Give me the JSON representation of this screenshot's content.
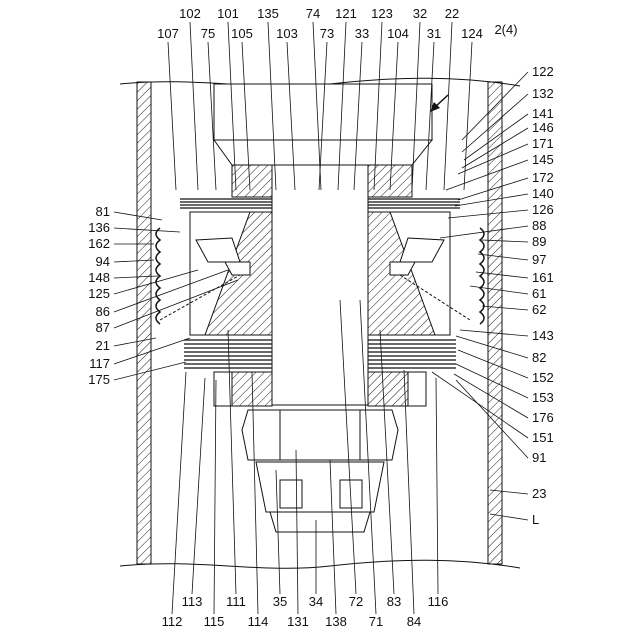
{
  "figure": {
    "corner_label": "2(4)",
    "labels": [
      {
        "id": "102",
        "text": "102"
      },
      {
        "id": "101",
        "text": "101"
      },
      {
        "id": "135",
        "text": "135"
      },
      {
        "id": "74",
        "text": "74"
      },
      {
        "id": "121",
        "text": "121"
      },
      {
        "id": "123",
        "text": "123"
      },
      {
        "id": "32",
        "text": "32"
      },
      {
        "id": "22",
        "text": "22"
      },
      {
        "id": "107",
        "text": "107"
      },
      {
        "id": "75",
        "text": "75"
      },
      {
        "id": "105",
        "text": "105"
      },
      {
        "id": "103",
        "text": "103"
      },
      {
        "id": "73",
        "text": "73"
      },
      {
        "id": "33",
        "text": "33"
      },
      {
        "id": "104",
        "text": "104"
      },
      {
        "id": "31",
        "text": "31"
      },
      {
        "id": "124",
        "text": "124"
      },
      {
        "id": "122",
        "text": "122"
      },
      {
        "id": "132",
        "text": "132"
      },
      {
        "id": "141",
        "text": "141"
      },
      {
        "id": "146",
        "text": "146"
      },
      {
        "id": "171",
        "text": "171"
      },
      {
        "id": "145",
        "text": "145"
      },
      {
        "id": "172",
        "text": "172"
      },
      {
        "id": "140",
        "text": "140"
      },
      {
        "id": "126",
        "text": "126"
      },
      {
        "id": "88",
        "text": "88"
      },
      {
        "id": "89",
        "text": "89"
      },
      {
        "id": "97",
        "text": "97"
      },
      {
        "id": "161",
        "text": "161"
      },
      {
        "id": "61",
        "text": "61"
      },
      {
        "id": "62",
        "text": "62"
      },
      {
        "id": "143",
        "text": "143"
      },
      {
        "id": "82",
        "text": "82"
      },
      {
        "id": "152",
        "text": "152"
      },
      {
        "id": "153",
        "text": "153"
      },
      {
        "id": "176",
        "text": "176"
      },
      {
        "id": "151",
        "text": "151"
      },
      {
        "id": "91",
        "text": "91"
      },
      {
        "id": "23",
        "text": "23"
      },
      {
        "id": "L",
        "text": "L"
      },
      {
        "id": "81",
        "text": "81"
      },
      {
        "id": "136",
        "text": "136"
      },
      {
        "id": "162",
        "text": "162"
      },
      {
        "id": "94",
        "text": "94"
      },
      {
        "id": "148",
        "text": "148"
      },
      {
        "id": "125",
        "text": "125"
      },
      {
        "id": "86",
        "text": "86"
      },
      {
        "id": "87",
        "text": "87"
      },
      {
        "id": "21",
        "text": "21"
      },
      {
        "id": "117",
        "text": "117"
      },
      {
        "id": "175",
        "text": "175"
      },
      {
        "id": "113",
        "text": "113"
      },
      {
        "id": "111",
        "text": "111"
      },
      {
        "id": "35",
        "text": "35"
      },
      {
        "id": "34",
        "text": "34"
      },
      {
        "id": "72",
        "text": "72"
      },
      {
        "id": "83",
        "text": "83"
      },
      {
        "id": "116",
        "text": "116"
      },
      {
        "id": "112",
        "text": "112"
      },
      {
        "id": "115",
        "text": "115"
      },
      {
        "id": "114",
        "text": "114"
      },
      {
        "id": "131",
        "text": "131"
      },
      {
        "id": "138",
        "text": "138"
      },
      {
        "id": "71",
        "text": "71"
      },
      {
        "id": "84",
        "text": "84"
      }
    ]
  }
}
